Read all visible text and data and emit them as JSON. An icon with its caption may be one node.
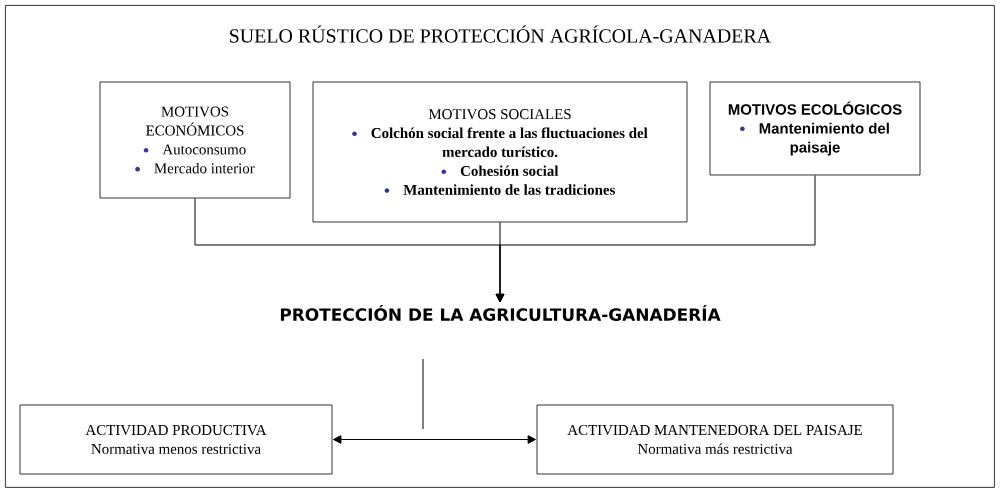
{
  "diagram": {
    "nodes": [
      {
        "text": [
          "SUELO RÚSTICO DE PROTECCIÓN AGRÍCOLA-GANADERA"
        ]
      },
      {
        "text": [
          "MOTIVOS ECONÓMICOS",
          "Autoconsumo",
          "Mercado interior"
        ],
        "in": 0
      },
      {
        "text": [
          "MOTIVOS SOCIALES",
          "Colchón social frente a las fluctuaciones del mercado turístico.",
          "Cohesión social",
          "Mantenimiento de las tradiciones"
        ],
        "in": 0
      },
      {
        "text": [
          "MOTIVOS ECOLÓGICOS",
          "Mantenimiento del paisaje"
        ],
        "in": 0
      },
      {
        "text": [
          "PROTECCIÓN DE LA AGRICULTURA-GANADERÍA"
        ],
        "in": 0
      },
      {
        "text": [
          "ACTIVIDAD PRODUCTIVA",
          "Normativa menos restrictiva"
        ],
        "in": 0
      },
      {
        "text": [
          "ACTIVIDAD MANTENEDORA DEL PAISAJE",
          "Normativa más restrictiva"
        ],
        "in": 0
      }
    ],
    "edges": [
      {
        "from": 1,
        "to": 4,
        "arrow": "to"
      },
      {
        "from": 2,
        "to": 4,
        "arrow": "to"
      },
      {
        "from": 3,
        "to": 4,
        "arrow": "to"
      },
      {
        "from": 5,
        "to": 6,
        "arrow": "both"
      }
    ]
  }
}
